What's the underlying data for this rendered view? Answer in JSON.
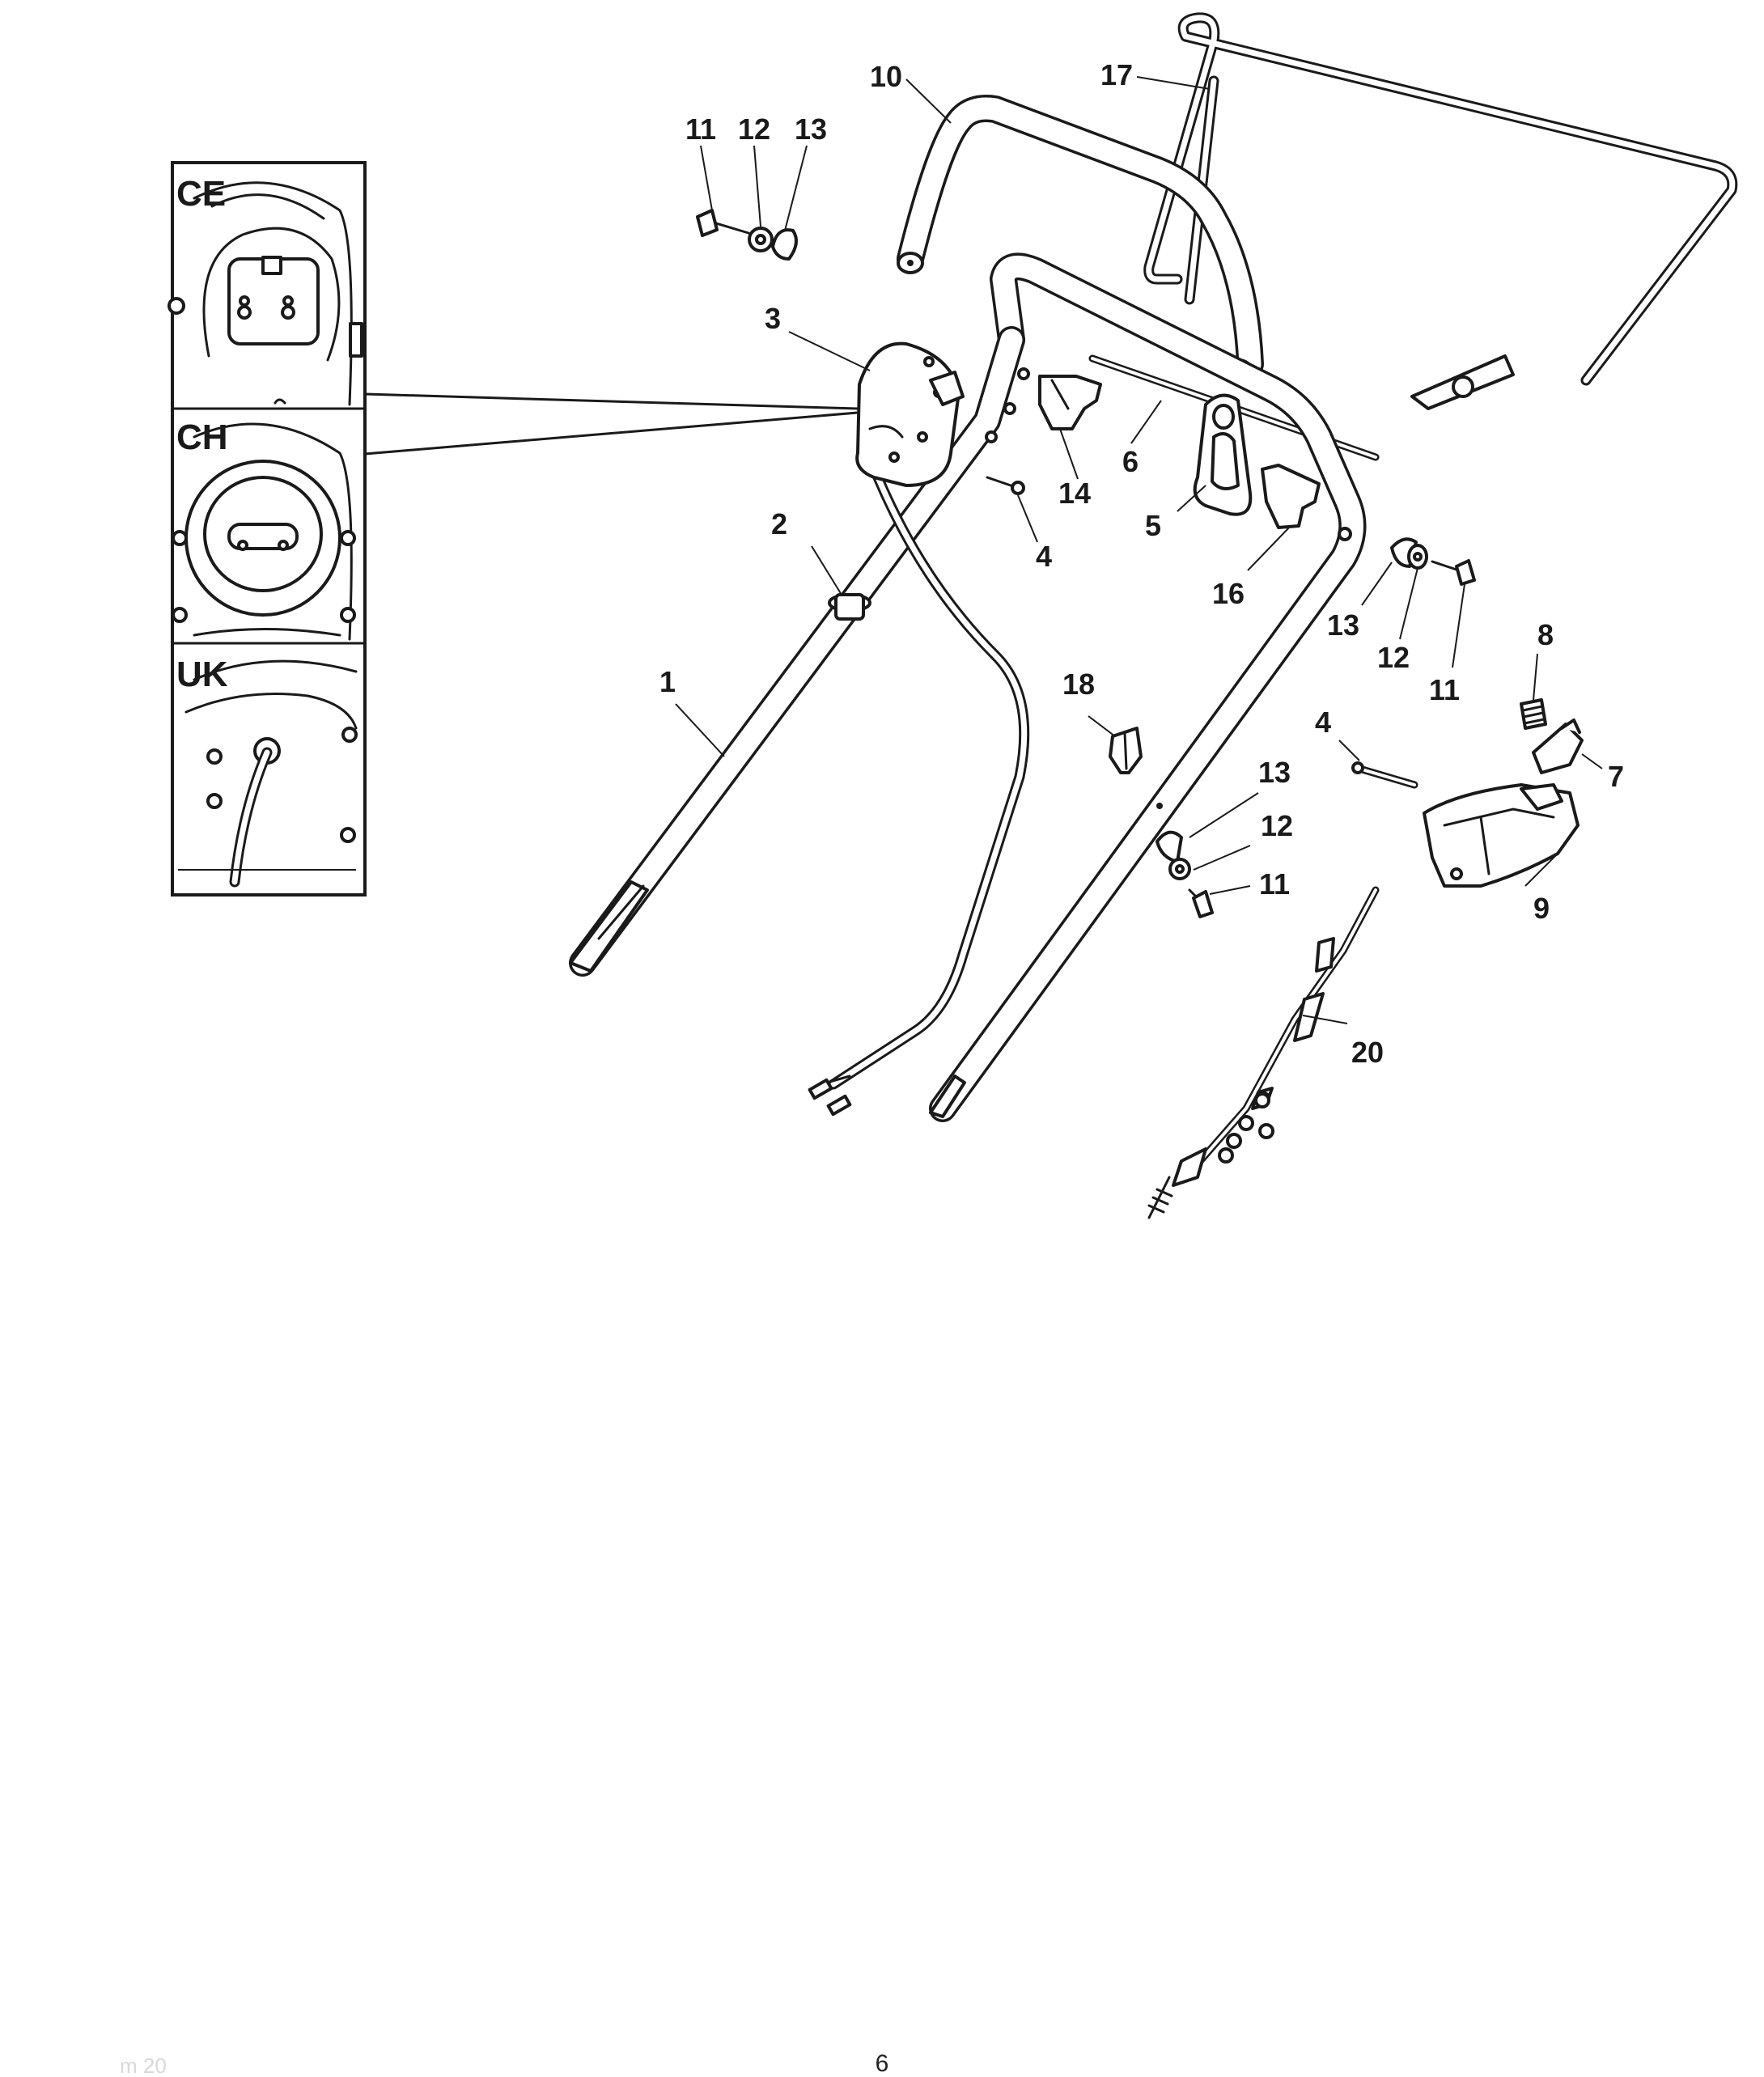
{
  "callouts": [
    {
      "id": "c-10",
      "text": "10"
    },
    {
      "id": "c-17",
      "text": "17"
    },
    {
      "id": "c-11a",
      "text": "11"
    },
    {
      "id": "c-12a",
      "text": "12"
    },
    {
      "id": "c-13a",
      "text": "13"
    },
    {
      "id": "c-3",
      "text": "3"
    },
    {
      "id": "c-6",
      "text": "6"
    },
    {
      "id": "c-14",
      "text": "14"
    },
    {
      "id": "c-4a",
      "text": "4"
    },
    {
      "id": "c-5",
      "text": "5"
    },
    {
      "id": "c-2",
      "text": "2"
    },
    {
      "id": "c-16",
      "text": "16"
    },
    {
      "id": "c-13b",
      "text": "13"
    },
    {
      "id": "c-12b",
      "text": "12"
    },
    {
      "id": "c-11b",
      "text": "11"
    },
    {
      "id": "c-8",
      "text": "8"
    },
    {
      "id": "c-1",
      "text": "1"
    },
    {
      "id": "c-18",
      "text": "18"
    },
    {
      "id": "c-4b",
      "text": "4"
    },
    {
      "id": "c-7",
      "text": "7"
    },
    {
      "id": "c-13c",
      "text": "13"
    },
    {
      "id": "c-12c",
      "text": "12"
    },
    {
      "id": "c-11c",
      "text": "11"
    },
    {
      "id": "c-9",
      "text": "9"
    },
    {
      "id": "c-20",
      "text": "20"
    }
  ],
  "insets": [
    {
      "id": "ce",
      "label": "CE"
    },
    {
      "id": "ch",
      "label": "CH"
    },
    {
      "id": "uk",
      "label": "UK"
    }
  ],
  "footer": {
    "page_number": "6",
    "faint_mark": "m 20"
  }
}
